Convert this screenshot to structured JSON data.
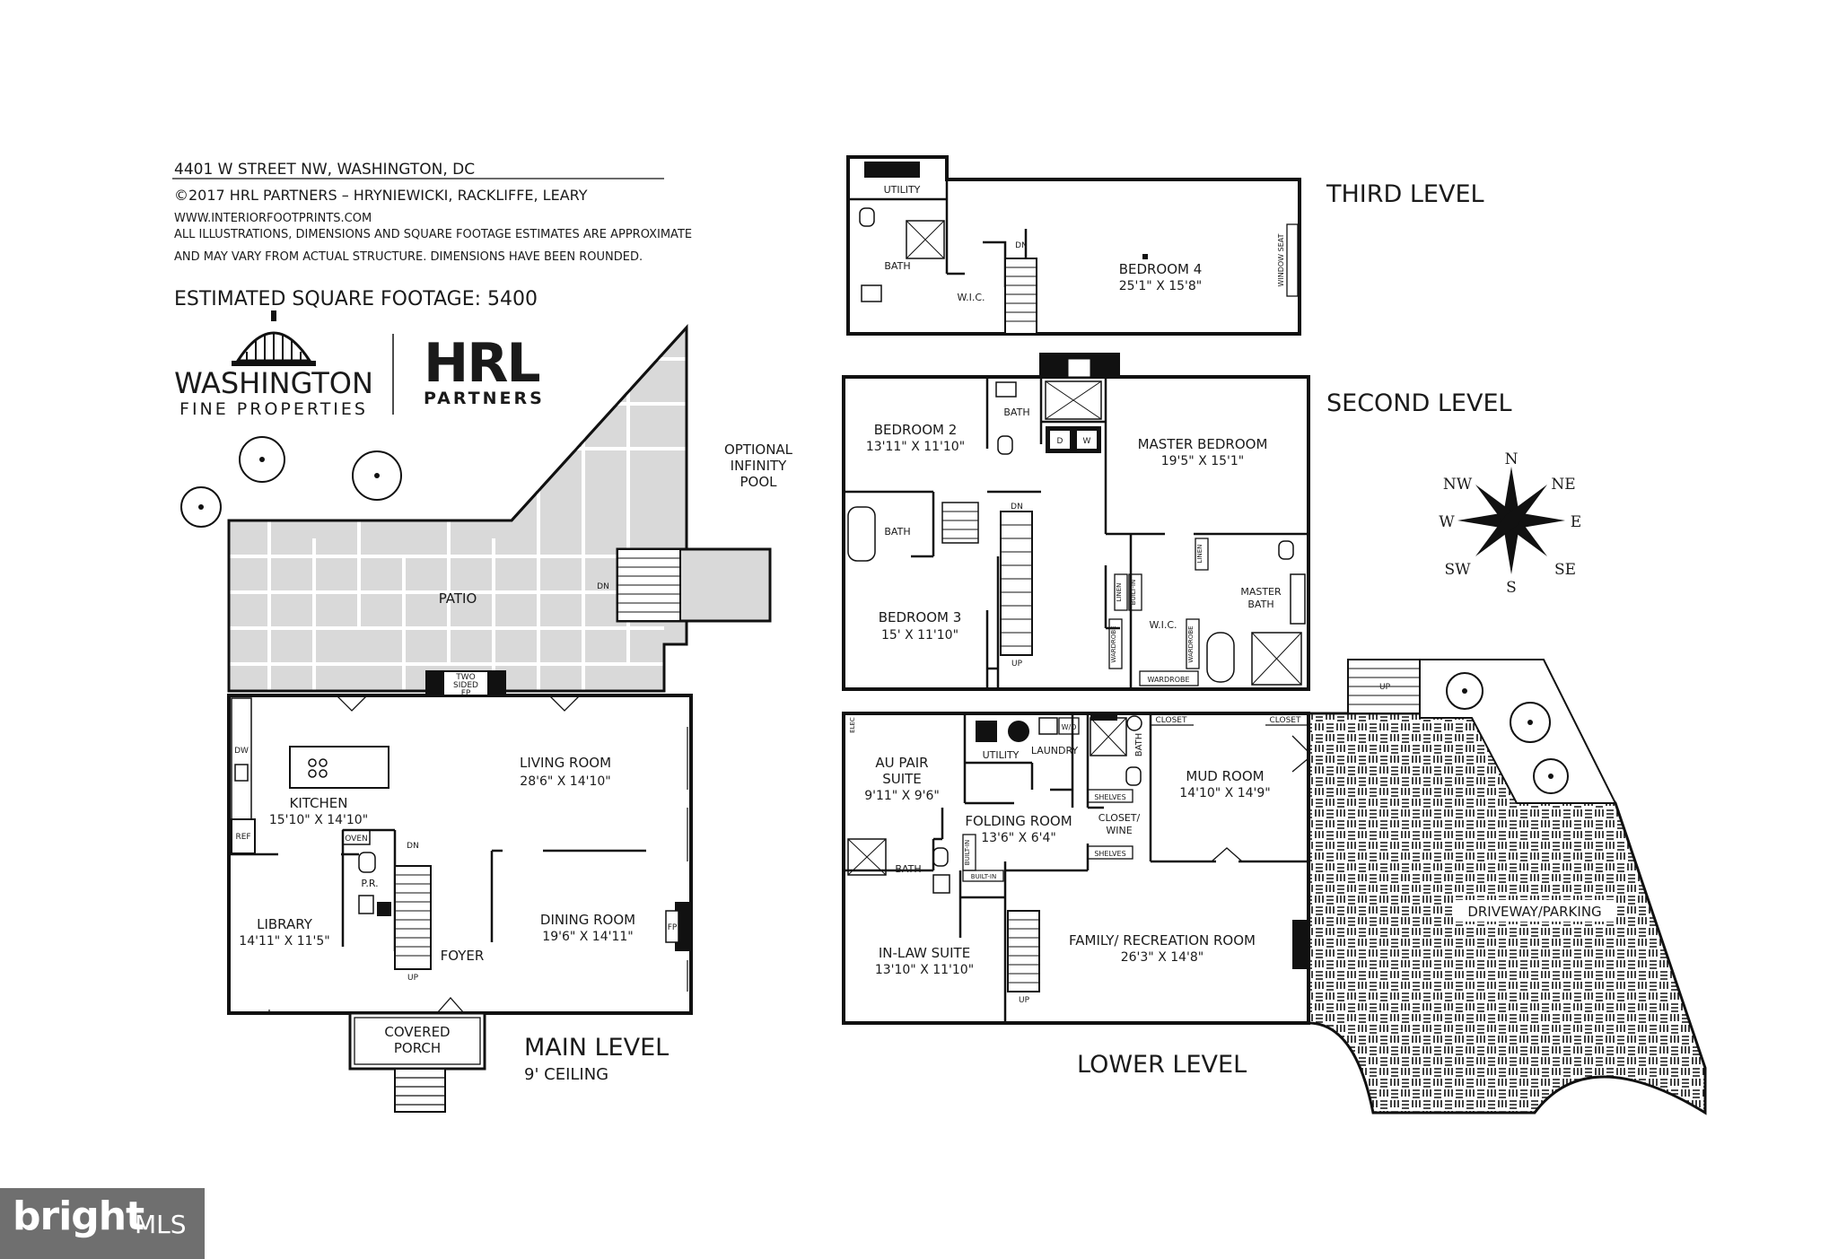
{
  "header": {
    "address": "4401 W STREET NW, WASHINGTON, DC",
    "copyright": "©2017 HRL PARTNERS – HRYNIEWICKI, RACKLIFFE, LEARY",
    "website": "WWW.INTERIORFOOTPRINTS.COM",
    "disclaimer_1": "ALL ILLUSTRATIONS, DIMENSIONS AND SQUARE FOOTAGE ESTIMATES ARE APPROXIMATE",
    "disclaimer_2": "AND MAY VARY FROM ACTUAL STRUCTURE. DIMENSIONS HAVE BEEN ROUNDED.",
    "sqft": "ESTIMATED SQUARE FOOTAGE: 5400"
  },
  "logos": {
    "wfp_name": "WASHINGTON",
    "wfp_sub": "FINE PROPERTIES",
    "hrl_mark": "HRL",
    "hrl_sub": "PARTNERS",
    "mls_brand": "bright",
    "mls_suffix": "MLS"
  },
  "levels": {
    "third": "THIRD LEVEL",
    "second": "SECOND LEVEL",
    "main": "MAIN LEVEL",
    "main_sub": "9' CEILING",
    "lower": "LOWER LEVEL"
  },
  "compass": {
    "n": "N",
    "ne": "NE",
    "e": "E",
    "se": "SE",
    "s": "S",
    "sw": "SW",
    "w": "W",
    "nw": "NW"
  },
  "main_level": {
    "pool_1": "OPTIONAL",
    "pool_2": "INFINITY",
    "pool_3": "POOL",
    "patio": "PATIO",
    "fp_1": "TWO",
    "fp_2": "SIDED",
    "fp_3": "FP",
    "living_room": "LIVING ROOM",
    "living_room_dim": "28'6\" X 14'10\"",
    "kitchen": "KITCHEN",
    "kitchen_dim": "15'10\" X 14'10\"",
    "dw": "DW",
    "ref": "REF",
    "oven": "OVEN",
    "pr": "P.R.",
    "library": "LIBRARY",
    "library_dim": "14'11\" X 11'5\"",
    "dining_room": "DINING ROOM",
    "dining_room_dim": "19'6\" X 14'11\"",
    "fp": "FP",
    "foyer": "FOYER",
    "porch_1": "COVERED",
    "porch_2": "PORCH",
    "dn_1": "DN",
    "dn_2": "DN",
    "up": "UP"
  },
  "third_level": {
    "utility": "UTILITY",
    "bath": "BATH",
    "wic": "W.I.C.",
    "dn": "DN",
    "bedroom4": "BEDROOM 4",
    "bedroom4_dim": "25'1\" X 15'8\"",
    "window_seat": "WINDOW SEAT"
  },
  "second_level": {
    "bedroom2": "BEDROOM 2",
    "bedroom2_dim": "13'11\" X 11'10\"",
    "bath_1": "BATH",
    "bath_2": "BATH",
    "d": "D",
    "w": "W",
    "master_bedroom": "MASTER BEDROOM",
    "master_bedroom_dim": "19'5\" X 15'1\"",
    "dn": "DN",
    "up": "UP",
    "linen_1": "LINEN",
    "linen_2": "LINEN",
    "built_in": "BUILT-IN",
    "master_bath_1": "MASTER",
    "master_bath_2": "BATH",
    "bedroom3": "BEDROOM 3",
    "bedroom3_dim": "15' X 11'10\"",
    "wardrobe_1": "WARDROBE",
    "wardrobe_2": "WARDROBE",
    "wardrobe_3": "WARDROBE",
    "wic": "W.I.C."
  },
  "lower_level": {
    "elec": "ELEC",
    "wd": "W/D",
    "au_pair_1": "AU PAIR",
    "au_pair_2": "SUITE",
    "au_pair_dim": "9'11\" X 9'6\"",
    "utility": "UTILITY",
    "laundry": "LAUNDRY",
    "bath_1": "BATH",
    "closet_1": "CLOSET",
    "closet_2": "CLOSET",
    "shelves_1": "SHELVES",
    "shelves_2": "SHELVES",
    "closet_wine_1": "CLOSET/",
    "closet_wine_2": "WINE",
    "folding_room": "FOLDING ROOM",
    "folding_room_dim": "13'6\" X 6'4\"",
    "mud_room": "MUD ROOM",
    "mud_room_dim": "14'10\" X 14'9\"",
    "built_in_1": "BUILT-IN",
    "built_in_2": "BUILT-IN",
    "bath_2": "BATH",
    "in_law_1": "IN-LAW SUITE",
    "in_law_dim": "13'10\" X 11'10\"",
    "family_room": "FAMILY/ RECREATION ROOM",
    "family_room_dim": "26'3\" X 14'8\"",
    "driveway": "DRIVEWAY/PARKING",
    "up_1": "UP",
    "up_2": "UP"
  }
}
